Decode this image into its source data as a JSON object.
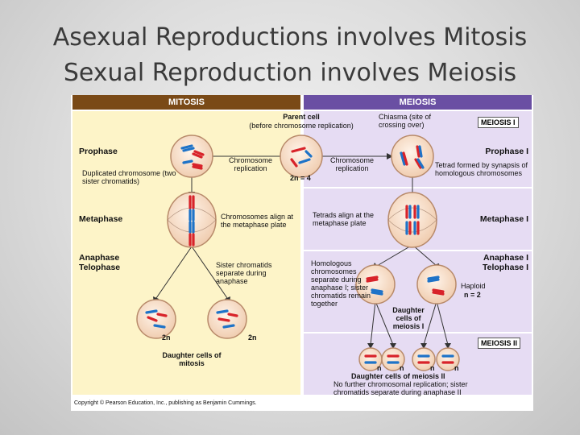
{
  "slide": {
    "title_line1": "Asexual Reproductions involves Mitosis",
    "title_line2": "Sexual Reproduction involves Meiosis"
  },
  "colors": {
    "mitosis_header": "#7a4a17",
    "meiosis_header": "#6a4fa3",
    "mitosis_bg": "#fdf4c8",
    "meiosis_bg": "#e6dcf3",
    "cell_fill": "#f6dcc6",
    "red": "#d8232a",
    "blue": "#1e73c8"
  },
  "figure": {
    "mitosis_header": "MITOSIS",
    "meiosis_header": "MEIOSIS",
    "parent_cell": "Parent cell",
    "parent_cell_note": "(before chromosome replication)",
    "chiasma": "Chiasma (site of crossing over)",
    "meiosis_one_box": "MEIOSIS I",
    "meiosis_two_box": "MEIOSIS II",
    "prophase": "Prophase",
    "prophase_one": "Prophase I",
    "chrom_rep_left": "Chromosome replication",
    "chrom_rep_right": "Chromosome replication",
    "two_n_4": "2n = 4",
    "duplicated": "Duplicated chromosome (two sister chromatids)",
    "tetrad_formed": "Tetrad formed by synapsis of homologous chromosomes",
    "metaphase": "Metaphase",
    "metaphase_one": "Metaphase I",
    "align": "Chromosomes align at the metaphase plate",
    "tetrads": "Tetrads align at the metaphase plate",
    "anaphase": "Anaphase",
    "telophase": "Telophase",
    "anaphase_one": "Anaphase I",
    "telophase_one": "Telophase I",
    "sister_sep": "Sister chromatids separate during anaphase",
    "homologous": "Homologous chromosomes separate during anaphase I; sister chromatids remain together",
    "haploid": "Haploid",
    "n_eq_2": "n = 2",
    "daughter_meiosis_one": "Daughter cells of meiosis I",
    "two_n": "2n",
    "daughter_mitosis": "Daughter cells of mitosis",
    "n": "n",
    "daughter_meiosis_two": "Daughter cells of meiosis II",
    "no_further": "No further chromosomal replication; sister chromatids separate during anaphase II",
    "copyright": "Copyright © Pearson Education, Inc., publishing as Benjamin Cummings."
  }
}
